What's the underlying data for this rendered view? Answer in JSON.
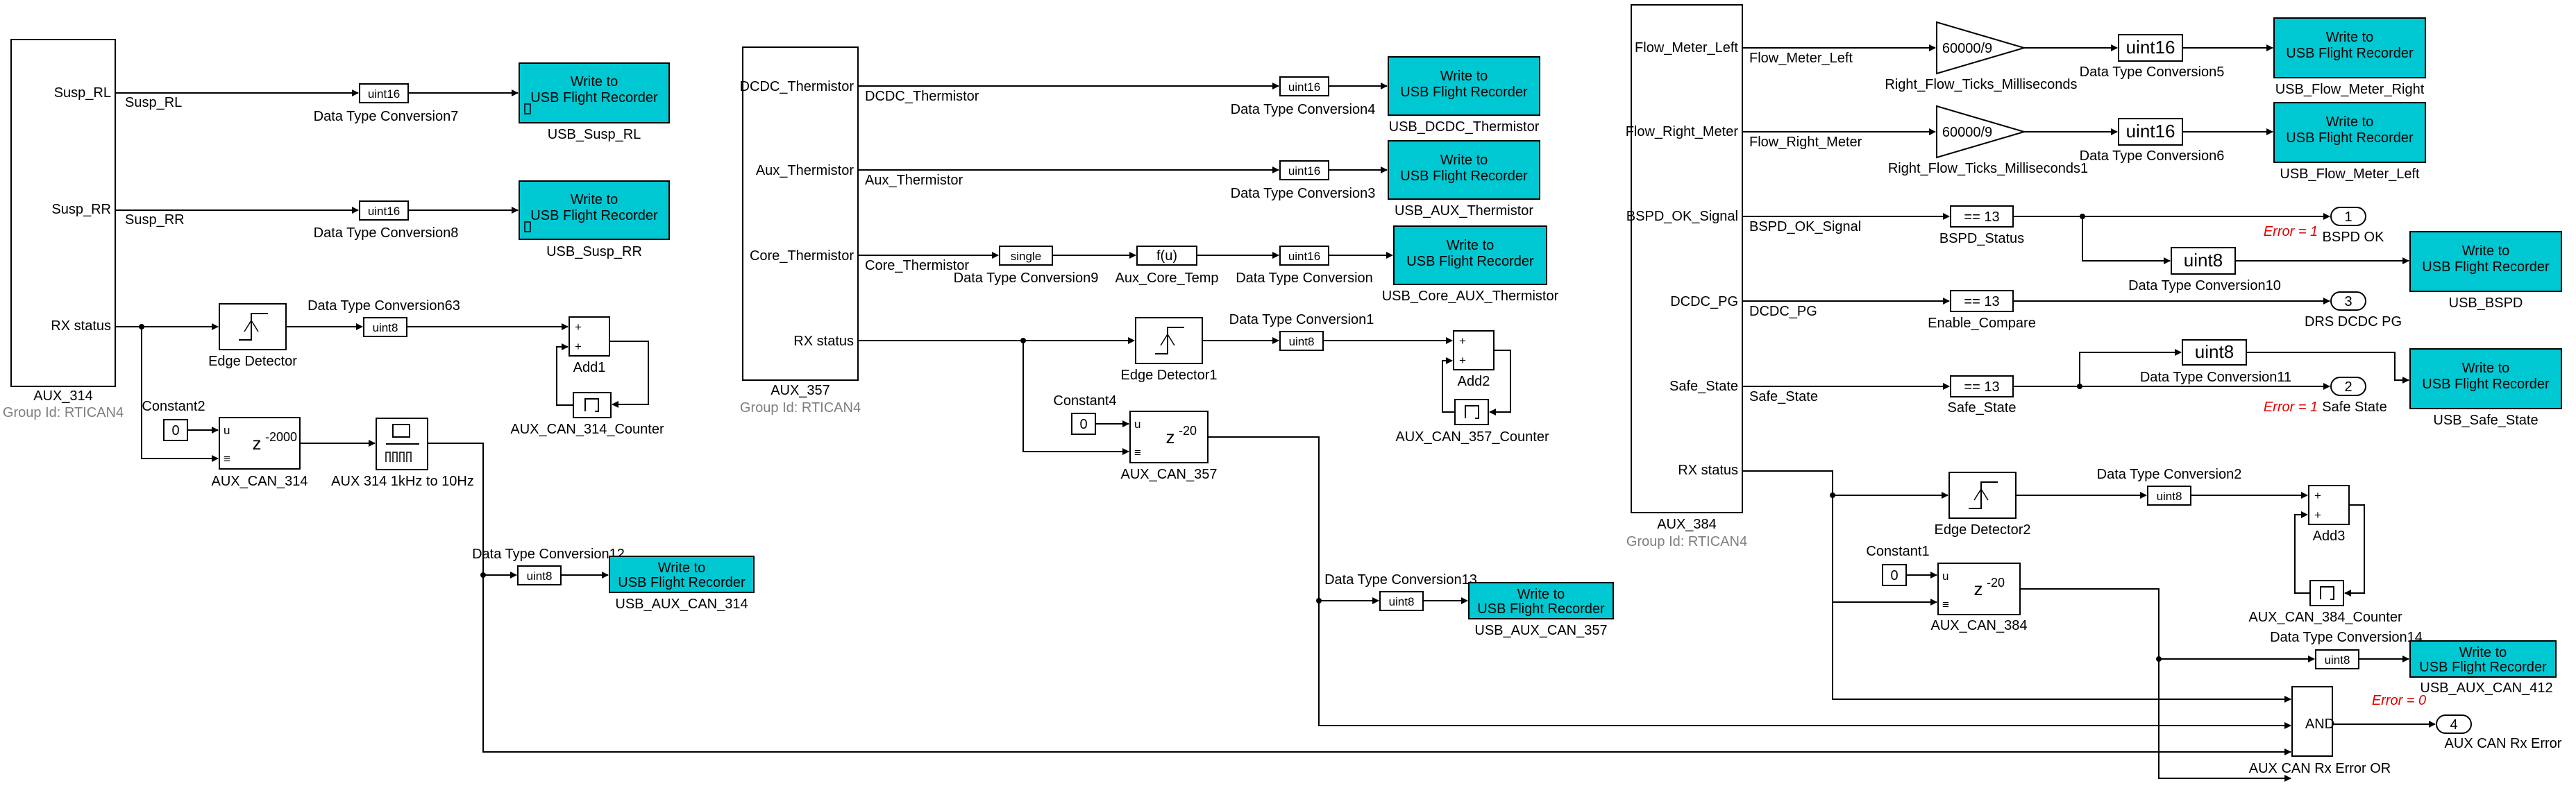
{
  "aux314": {
    "name": "AUX_314",
    "group": "Group Id: RTICAN4",
    "ports": [
      "Susp_RL",
      "Susp_RR",
      "RX status"
    ],
    "signals": [
      "Susp_RL",
      "Susp_RR"
    ],
    "conv_susp_rl": {
      "text": "uint16",
      "label": "Data Type Conversion7"
    },
    "conv_susp_rr": {
      "text": "uint16",
      "label": "Data Type Conversion8"
    },
    "rec_susp_rl": {
      "line1": "Write to",
      "line2": "USB Flight Recorder",
      "label": "USB_Susp_RL"
    },
    "rec_susp_rr": {
      "line1": "Write to",
      "line2": "USB Flight Recorder",
      "label": "USB_Susp_RR"
    },
    "edge": {
      "label": "Edge Detector"
    },
    "conv63": {
      "text": "uint8",
      "label": "Data Type Conversion63"
    },
    "add1": {
      "label": "Add1",
      "sign1": "+",
      "sign2": "+"
    },
    "counter": {
      "label": "AUX_CAN_314_Counter"
    },
    "constant2": {
      "value": "0",
      "label": "Constant2"
    },
    "delay": {
      "base": "z",
      "exp": "-2000",
      "label": "AUX_CAN_314",
      "port_u": "u",
      "port_r": "≡"
    },
    "rate": {
      "label": "AUX 314 1kHz to 10Hz"
    },
    "conv12": {
      "text": "uint8",
      "label": "Data Type Conversion12"
    },
    "rec_can": {
      "line1": "Write to",
      "line2": "USB Flight Recorder",
      "label": "USB_AUX_CAN_314"
    }
  },
  "aux357": {
    "name": "AUX_357",
    "group": "Group Id: RTICAN4",
    "ports": [
      "DCDC_Thermistor",
      "Aux_Thermistor",
      "Core_Thermistor",
      "RX status"
    ],
    "signals": [
      "DCDC_Thermistor",
      "Aux_Thermistor",
      "Core_Thermistor"
    ],
    "conv4": {
      "text": "uint16",
      "label": "Data Type Conversion4"
    },
    "conv3": {
      "text": "uint16",
      "label": "Data Type Conversion3"
    },
    "conv9": {
      "text": "single",
      "label": "Data Type Conversion9"
    },
    "fcn": {
      "text": "f(u)",
      "label": "Aux_Core_Temp"
    },
    "conv_core": {
      "text": "uint16",
      "label": "Data Type Conversion"
    },
    "rec_dcdc": {
      "line1": "Write to",
      "line2": "USB Flight Recorder",
      "label": "USB_DCDC_Thermistor"
    },
    "rec_aux": {
      "line1": "Write to",
      "line2": "USB Flight Recorder",
      "label": "USB_AUX_Thermistor"
    },
    "rec_core": {
      "line1": "Write to",
      "line2": "USB Flight Recorder",
      "label": "USB_Core_AUX_Thermistor"
    },
    "edge": {
      "label": "Edge Detector1"
    },
    "conv1": {
      "text": "uint8",
      "label": "Data Type Conversion1"
    },
    "add2": {
      "label": "Add2",
      "sign1": "+",
      "sign2": "+"
    },
    "counter": {
      "label": "AUX_CAN_357_Counter"
    },
    "constant4": {
      "value": "0",
      "label": "Constant4"
    },
    "delay": {
      "base": "z",
      "exp": "-20",
      "label": "AUX_CAN_357",
      "port_u": "u",
      "port_r": "≡"
    },
    "conv13": {
      "text": "uint8",
      "label": "Data Type Conversion13"
    },
    "rec_can": {
      "line1": "Write to",
      "line2": "USB Flight Recorder",
      "label": "USB_AUX_CAN_357"
    }
  },
  "aux384": {
    "name": "AUX_384",
    "group": "Group Id: RTICAN4",
    "ports": [
      "Flow_Meter_Left",
      "Flow_Right_Meter",
      "BSPD_OK_Signal",
      "DCDC_PG",
      "Safe_State",
      "RX status"
    ],
    "signals": [
      "Flow_Meter_Left",
      "Flow_Right_Meter",
      "BSPD_OK_Signal",
      "DCDC_PG",
      "Safe_State"
    ],
    "gain_left": {
      "text": "60000/9",
      "label": "Right_Flow_Ticks_Milliseconds"
    },
    "gain_right": {
      "text": "60000/9",
      "label": "Right_Flow_Ticks_Milliseconds1"
    },
    "conv5": {
      "text": "uint16",
      "label": "Data Type Conversion5"
    },
    "conv6": {
      "text": "uint16",
      "label": "Data Type Conversion6"
    },
    "rec_flow_right": {
      "line1": "Write to",
      "line2": "USB Flight Recorder",
      "label": "USB_Flow_Meter_Right"
    },
    "rec_flow_left": {
      "line1": "Write to",
      "line2": "USB Flight Recorder",
      "label": "USB_Flow_Meter_Left"
    },
    "bspd_status": {
      "text": "== 13",
      "label": "BSPD_Status"
    },
    "out1": {
      "num": "1",
      "label": "BSPD OK",
      "error": "Error = 1"
    },
    "conv10": {
      "text": "uint8",
      "label": "Data Type Conversion10"
    },
    "rec_bspd": {
      "line1": "Write to",
      "line2": "USB Flight Recorder",
      "label": "USB_BSPD"
    },
    "enable_compare": {
      "text": "== 13",
      "label": "Enable_Compare"
    },
    "out3": {
      "num": "3",
      "label": "DRS DCDC PG"
    },
    "safe_state": {
      "text": "== 13",
      "label": "Safe_State"
    },
    "conv11": {
      "text": "uint8",
      "label": "Data Type Conversion11"
    },
    "out2": {
      "num": "2",
      "label": "Safe State",
      "error": "Error = 1"
    },
    "rec_safe": {
      "line1": "Write to",
      "line2": "USB Flight Recorder",
      "label": "USB_Safe_State"
    },
    "edge": {
      "label": "Edge Detector2"
    },
    "conv2": {
      "text": "uint8",
      "label": "Data Type Conversion2"
    },
    "add3": {
      "label": "Add3",
      "sign1": "+",
      "sign2": "+"
    },
    "counter": {
      "label": "AUX_CAN_384_Counter"
    },
    "constant1": {
      "value": "0",
      "label": "Constant1"
    },
    "delay": {
      "base": "z",
      "exp": "-20",
      "label": "AUX_CAN_384",
      "port_u": "u",
      "port_r": "≡"
    },
    "conv14": {
      "text": "uint8",
      "label": "Data Type Conversion14"
    },
    "rec_can": {
      "line1": "Write to",
      "line2": "USB Flight Recorder",
      "label": "USB_AUX_CAN_412"
    },
    "and_block": {
      "text": "AND",
      "label": "AUX CAN Rx Error OR",
      "error": "Error = 0"
    },
    "out4": {
      "num": "4",
      "label": "AUX CAN Rx Error"
    }
  }
}
